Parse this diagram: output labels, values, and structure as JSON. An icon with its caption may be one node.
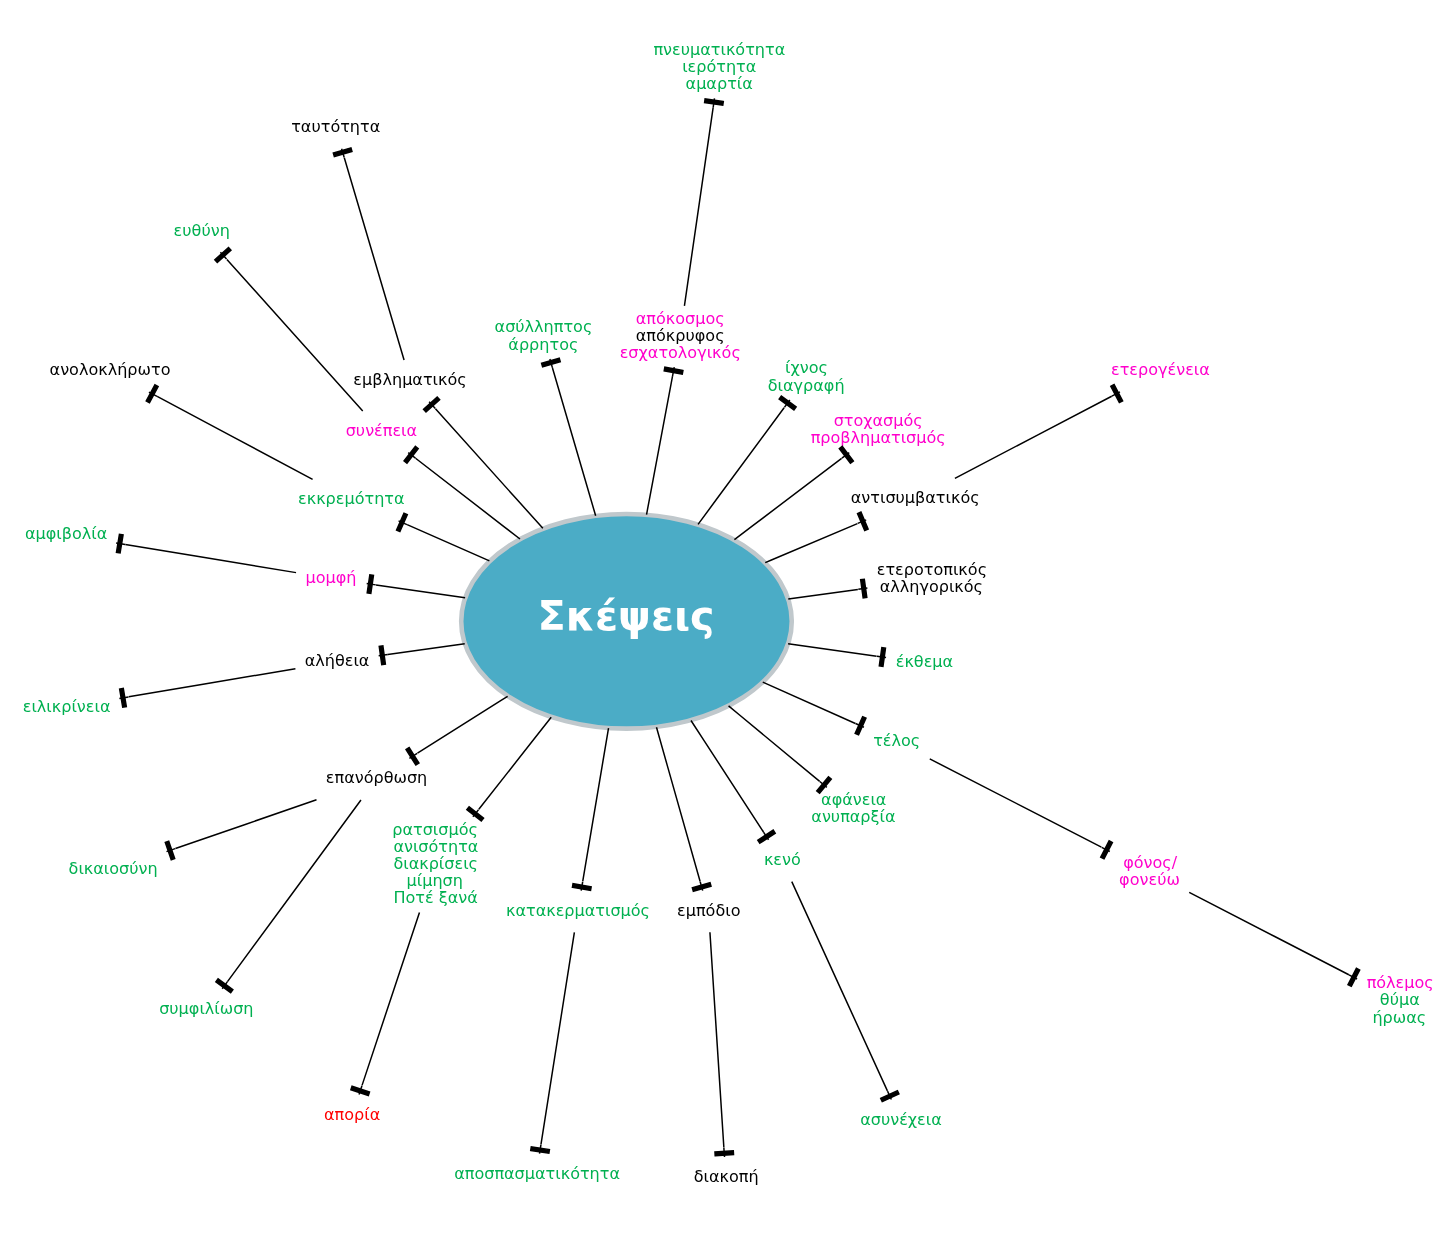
{
  "diagram": {
    "nodes": [
      {
        "text": [
          "Σκέψεις"
        ]
      },
      {
        "text": [
          "ετεροτοπικός",
          "αλληγορικός"
        ]
      },
      {
        "text": [
          "αντισυμβατικός"
        ]
      },
      {
        "text": [
          "ετερογένεια"
        ]
      },
      {
        "text": [
          "στοχασμός",
          "προβληματισμός"
        ]
      },
      {
        "text": [
          "ίχνος",
          "διαγραφή"
        ]
      },
      {
        "text": [
          "απόκοσμος",
          "απόκρυφος",
          "εσχατολογικός"
        ]
      },
      {
        "text": [
          "πνευματικότητα",
          "ιερότητα",
          "αμαρτία"
        ]
      },
      {
        "text": [
          "ασύλληπτος",
          "άρρητος"
        ]
      },
      {
        "text": [
          "εμβληματικός"
        ]
      },
      {
        "text": [
          "ταυτότητα"
        ]
      },
      {
        "text": [
          "συνέπεια"
        ]
      },
      {
        "text": [
          "ευθύνη"
        ]
      },
      {
        "text": [
          "εκκρεμότητα"
        ]
      },
      {
        "text": [
          "ανολοκλήρωτο"
        ]
      },
      {
        "text": [
          "μομφή"
        ]
      },
      {
        "text": [
          "αμφιβολία"
        ]
      },
      {
        "text": [
          "αλήθεια"
        ]
      },
      {
        "text": [
          "ειλικρίνεια"
        ]
      },
      {
        "text": [
          "επανόρθωση"
        ]
      },
      {
        "text": [
          "δικαιοσύνη"
        ]
      },
      {
        "text": [
          "συμφιλίωση"
        ]
      },
      {
        "text": [
          "ρατσισμός",
          "ανισότητα",
          "διακρίσεις",
          "μίμηση",
          "Ποτέ ξανά"
        ]
      },
      {
        "text": [
          "απορία"
        ]
      },
      {
        "text": [
          "κατακερματισμός"
        ]
      },
      {
        "text": [
          "αποσπασματικότητα"
        ]
      },
      {
        "text": [
          "εμπόδιο"
        ]
      },
      {
        "text": [
          "διακοπή"
        ]
      },
      {
        "text": [
          "κενό"
        ]
      },
      {
        "text": [
          "ασυνέχεια"
        ]
      },
      {
        "text": [
          "αφάνεια",
          "ανυπαρξία"
        ]
      },
      {
        "text": [
          "τέλος"
        ]
      },
      {
        "text": [
          "φόνος/",
          "φονεύω"
        ]
      },
      {
        "text": [
          "πόλεμος",
          "θύμα",
          "ήρωας"
        ]
      },
      {
        "text": [
          "έκθεμα"
        ]
      }
    ],
    "edges": [
      {
        "from": 0,
        "to": 1,
        "arrow": "other"
      },
      {
        "from": 0,
        "to": 2,
        "arrow": "other"
      },
      {
        "from": 2,
        "to": 3,
        "arrow": "other"
      },
      {
        "from": 0,
        "to": 4,
        "arrow": "other"
      },
      {
        "from": 0,
        "to": 5,
        "arrow": "other"
      },
      {
        "from": 0,
        "to": 6,
        "arrow": "other"
      },
      {
        "from": 6,
        "to": 7,
        "arrow": "other"
      },
      {
        "from": 0,
        "to": 8,
        "arrow": "other"
      },
      {
        "from": 0,
        "to": 9,
        "arrow": "other"
      },
      {
        "from": 9,
        "to": 10,
        "arrow": "other"
      },
      {
        "from": 0,
        "to": 11,
        "arrow": "other"
      },
      {
        "from": 11,
        "to": 12,
        "arrow": "other"
      },
      {
        "from": 0,
        "to": 13,
        "arrow": "other"
      },
      {
        "from": 13,
        "to": 14,
        "arrow": "other"
      },
      {
        "from": 0,
        "to": 15,
        "arrow": "other"
      },
      {
        "from": 15,
        "to": 16,
        "arrow": "other"
      },
      {
        "from": 0,
        "to": 17,
        "arrow": "other"
      },
      {
        "from": 17,
        "to": 18,
        "arrow": "other"
      },
      {
        "from": 0,
        "to": 19,
        "arrow": "other"
      },
      {
        "from": 19,
        "to": 20,
        "arrow": "other"
      },
      {
        "from": 19,
        "to": 21,
        "arrow": "other"
      },
      {
        "from": 0,
        "to": 22,
        "arrow": "other"
      },
      {
        "from": 22,
        "to": 23,
        "arrow": "other"
      },
      {
        "from": 0,
        "to": 24,
        "arrow": "other"
      },
      {
        "from": 24,
        "to": 25,
        "arrow": "other"
      },
      {
        "from": 0,
        "to": 26,
        "arrow": "other"
      },
      {
        "from": 26,
        "to": 27,
        "arrow": "other"
      },
      {
        "from": 0,
        "to": 28,
        "arrow": "other"
      },
      {
        "from": 28,
        "to": 29,
        "arrow": "other"
      },
      {
        "from": 0,
        "to": 30,
        "arrow": "other"
      },
      {
        "from": 0,
        "to": 31,
        "arrow": "other"
      },
      {
        "from": 31,
        "to": 32,
        "arrow": "other"
      },
      {
        "from": 32,
        "to": 33,
        "arrow": "other"
      },
      {
        "from": 0,
        "to": 34,
        "arrow": "other"
      }
    ]
  }
}
